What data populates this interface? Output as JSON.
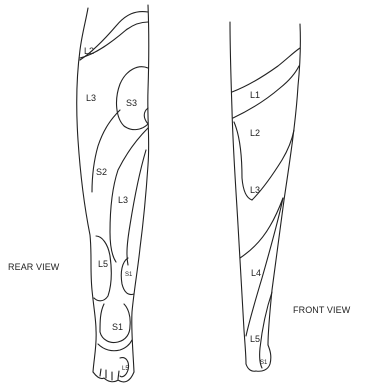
{
  "views": {
    "rear": {
      "caption": "REAR VIEW",
      "labels": {
        "l2": "L2",
        "l3_upper": "L3",
        "s3": "S3",
        "s2": "S2",
        "l3_lower": "L3",
        "l5": "L5",
        "s_small": "S1",
        "s1": "S1",
        "l5_foot": "L5"
      }
    },
    "front": {
      "caption": "FRONT VIEW",
      "labels": {
        "l1": "L1",
        "l2": "L2",
        "l3": "L3",
        "l4": "L4",
        "l5": "L5",
        "s1": "S1"
      }
    }
  },
  "colors": {
    "line": "#222222",
    "background": "#ffffff"
  }
}
